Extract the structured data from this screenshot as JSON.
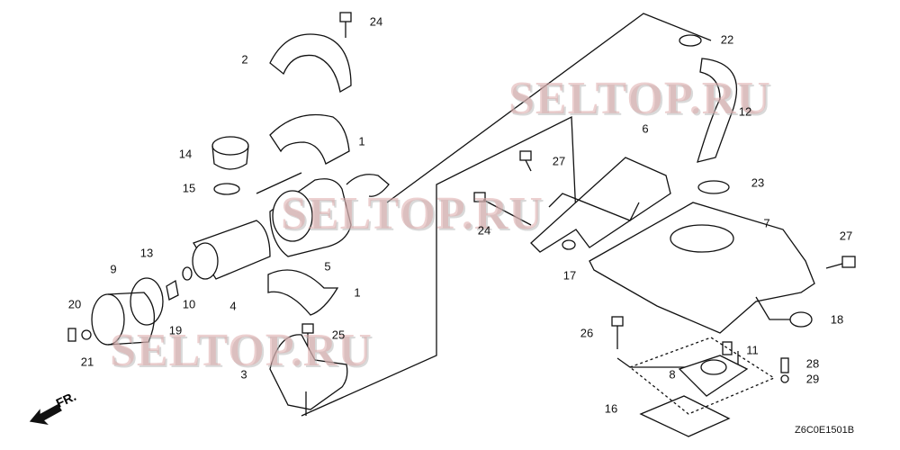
{
  "callouts": [
    "24",
    "2",
    "1",
    "14",
    "15",
    "22",
    "12",
    "6",
    "27",
    "23",
    "24",
    "7",
    "27",
    "17",
    "13",
    "9",
    "5",
    "4",
    "10",
    "1",
    "19",
    "20",
    "21",
    "25",
    "3",
    "18",
    "26",
    "11",
    "28",
    "8",
    "29",
    "16"
  ],
  "watermark": "SELTOP.RU",
  "diagram_code": "Z6C0E1501B",
  "front_indicator": "FR.",
  "line_color": "#111111",
  "watermark_color": "#dcaaaa"
}
